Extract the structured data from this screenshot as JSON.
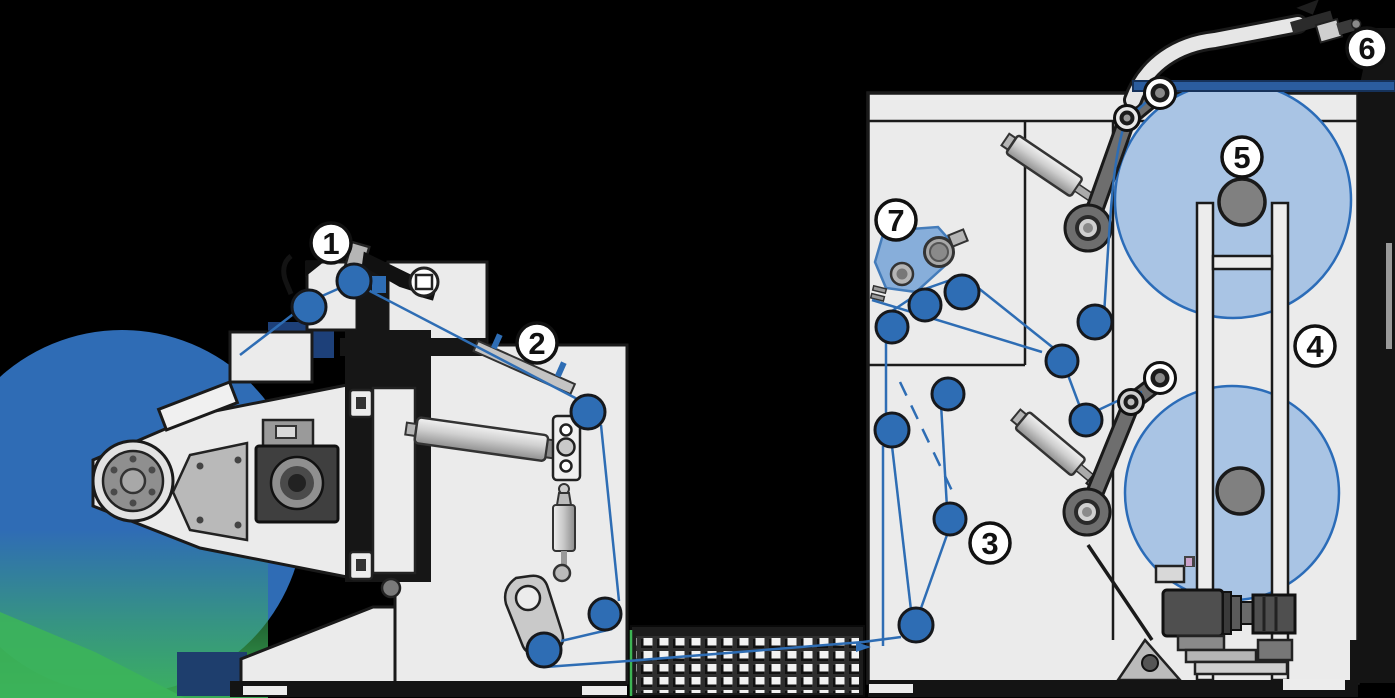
{
  "diagram": {
    "callouts": [
      {
        "id": "1",
        "label": "1"
      },
      {
        "id": "2",
        "label": "2"
      },
      {
        "id": "3",
        "label": "3"
      },
      {
        "id": "4",
        "label": "4"
      },
      {
        "id": "5",
        "label": "5"
      },
      {
        "id": "6",
        "label": "6"
      },
      {
        "id": "7",
        "label": "7"
      }
    ],
    "colors": {
      "background": "#000000",
      "body_gray": "#ebebeb",
      "outline": "#1a1a1a",
      "roller_blue": "#2e6db4",
      "roll_fill": "#a9c4e4",
      "roll_stroke": "#2b6cb8",
      "web_blue": "#2e6db4",
      "unwind_roll_blue": "#2f6cb5",
      "green_glow": "#3cb45a",
      "indicator_green": "#3db554",
      "navy_shadow": "#1d4079",
      "metal_light": "#d9d9d9",
      "metal_mid": "#9a9a9a",
      "metal_dark": "#4f4f4f",
      "device7_housing": "#7aa6d8",
      "accent_pink": "#cba3cb",
      "callout_bg": "#ffffff",
      "callout_border": "#111111",
      "callout_text": "#111111"
    }
  }
}
